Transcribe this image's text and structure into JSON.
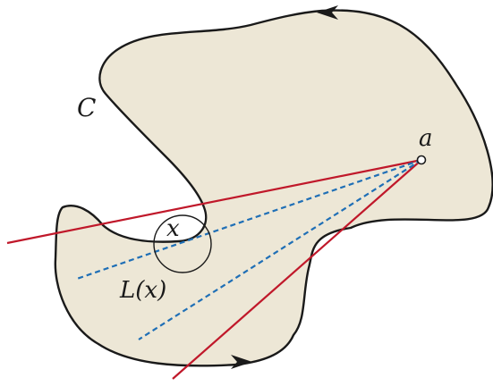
{
  "labels": {
    "curve": "C",
    "point_a": "a",
    "point_x": "x",
    "cone_prefix": "L(",
    "cone_var": "x",
    "cone_suffix": ")"
  },
  "colors": {
    "region_fill": "#ede7d6",
    "curve_stroke": "#1a1a1a",
    "ray_red": "#c0182a",
    "ray_blue": "#1f6fb6",
    "point_fill": "#ffffff"
  },
  "icons": {
    "orientation_arrow_top": "arrowhead-left",
    "orientation_arrow_bottom": "arrowhead-right"
  }
}
